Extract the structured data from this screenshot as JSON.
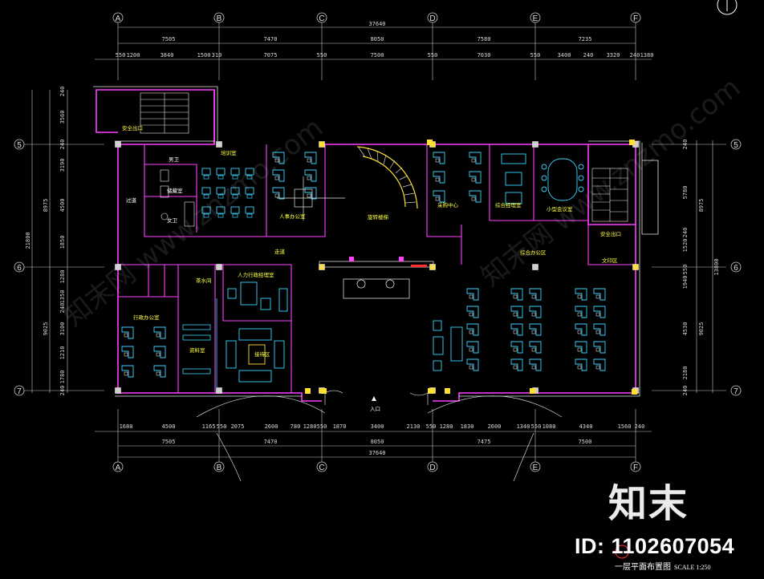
{
  "drawing": {
    "title": "一层平面布置图",
    "scale": "SCALE 1:250"
  },
  "watermark": {
    "brand": "知末",
    "id_text": "ID: 1102607054",
    "diagonal_text": "知末网 www.znzmo.com"
  },
  "axes": {
    "columns": [
      "A",
      "B",
      "C",
      "D",
      "E",
      "F"
    ],
    "rows": [
      "5",
      "6",
      "7"
    ]
  },
  "dimensions": {
    "total_horizontal": "37640",
    "top_bays": [
      "7505",
      "7470",
      "8050",
      "7580",
      "7235"
    ],
    "top_details": [
      "550",
      "1200",
      "3840",
      "1500",
      "310",
      "7075",
      "550",
      "7500",
      "550",
      "7030",
      "550",
      "3400",
      "240",
      "3320",
      "240",
      "1380"
    ],
    "bottom_details": [
      "1680",
      "4500",
      "1165",
      "550",
      "2075",
      "2600",
      "780",
      "1280",
      "550",
      "1870",
      "3400",
      "2130",
      "550",
      "1280",
      "1830",
      "2600",
      "1340",
      "550",
      "1080",
      "4340",
      "1560",
      "240"
    ],
    "bottom_bays": [
      "7505",
      "7470",
      "8050",
      "7475",
      "7500"
    ],
    "left_total": "21800",
    "left_sub": [
      "8975",
      "9025"
    ],
    "left_details": [
      "240",
      "3560",
      "240",
      "3190",
      "4500",
      "1850",
      "1280",
      "1350",
      "240",
      "3100",
      "1210",
      "1780",
      "240"
    ],
    "right_total": "13800",
    "right_sub": [
      "8975",
      "9025"
    ],
    "right_details": [
      "240",
      "5780",
      "240",
      "1520",
      "550",
      "1940",
      "4530",
      "2180",
      "240"
    ]
  },
  "rooms": {
    "stair_exit_nw": "安全出口",
    "toilet": "男卫",
    "storage": "储藏室",
    "corridor": "过道",
    "women": "女卫",
    "training": "培训室",
    "hr_office": "人事办公室",
    "spiral_stair": "旋转楼梯",
    "procurement": "采购中心",
    "general_mgr": "综合经理室",
    "small_meeting": "小型会议室",
    "stair_exit_ne": "安全出口",
    "aisle": "走道",
    "tea_room": "茶水间",
    "hr_manager": "人力行政经理室",
    "open_office": "综合办公区",
    "printing": "文印区",
    "admin_office": "行政办公室",
    "archives": "资料室",
    "reception": "接待区",
    "entrance": "入口"
  }
}
